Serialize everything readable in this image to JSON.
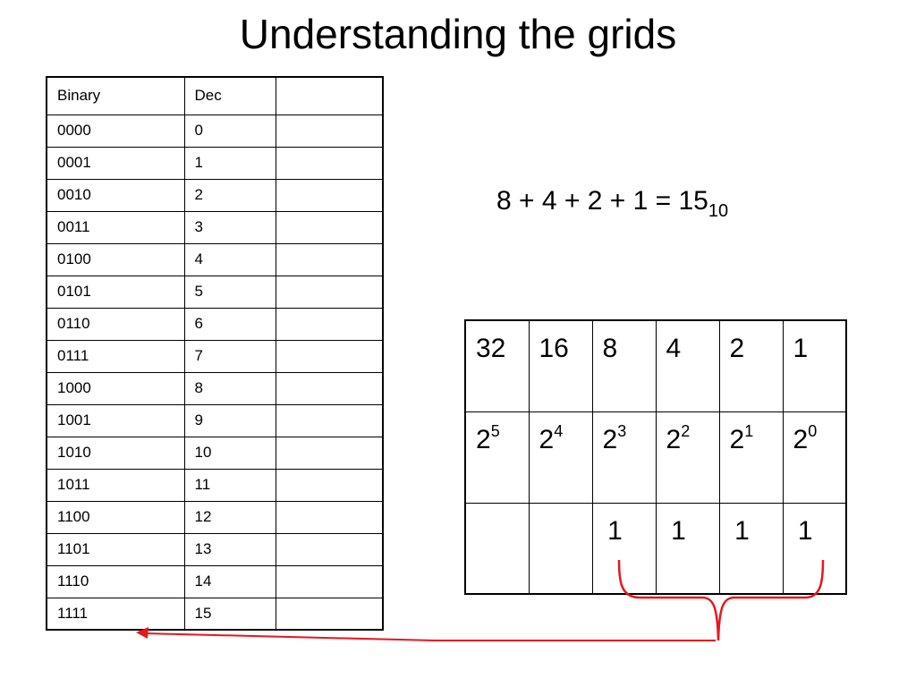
{
  "title": "Understanding the grids",
  "binary_table": {
    "headers": [
      "Binary",
      "Dec",
      ""
    ],
    "rows": [
      [
        "0000",
        "0"
      ],
      [
        "0001",
        "1"
      ],
      [
        "0010",
        "2"
      ],
      [
        "0011",
        "3"
      ],
      [
        "0100",
        "4"
      ],
      [
        "0101",
        "5"
      ],
      [
        "0110",
        "6"
      ],
      [
        "0111",
        "7"
      ],
      [
        "1000",
        "8"
      ],
      [
        "1001",
        "9"
      ],
      [
        "1010",
        "10"
      ],
      [
        "1011",
        "11"
      ],
      [
        "1100",
        "12"
      ],
      [
        "1101",
        "13"
      ],
      [
        "1110",
        "14"
      ],
      [
        "1111",
        "15"
      ]
    ]
  },
  "equation": {
    "main": "8 + 4 + 2 + 1 = 15",
    "subscript": "10"
  },
  "place_value_grid": {
    "values": [
      "32",
      "16",
      "8",
      "4",
      "2",
      "1"
    ],
    "powers": [
      {
        "base": "2",
        "exp": "5"
      },
      {
        "base": "2",
        "exp": "4"
      },
      {
        "base": "2",
        "exp": "3"
      },
      {
        "base": "2",
        "exp": "2"
      },
      {
        "base": "2",
        "exp": "1"
      },
      {
        "base": "2",
        "exp": "0"
      }
    ],
    "bits": [
      "",
      "",
      "1",
      "1",
      "1",
      "1"
    ]
  },
  "colors": {
    "arrow": "#e8161c",
    "grid": "#000000"
  }
}
